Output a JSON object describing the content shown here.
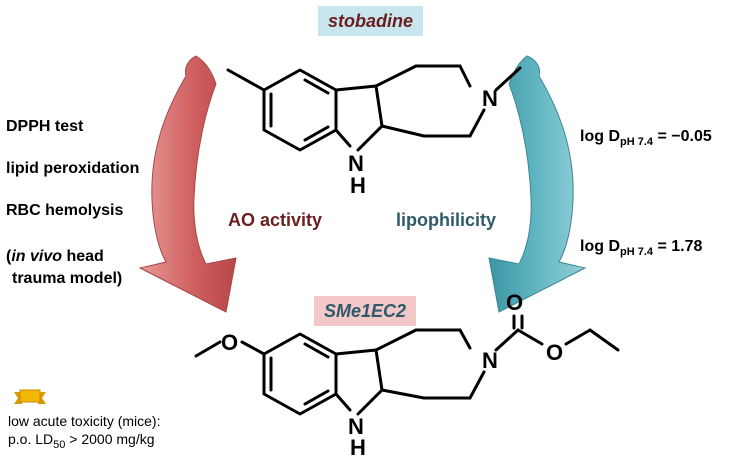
{
  "top_compound": {
    "name": "stobadine",
    "box_color": "#c8e6ee",
    "text_color": "#6b1e1e"
  },
  "bottom_compound": {
    "name": "SMe1EC2",
    "box_color": "#f4c8c8",
    "text_color": "#2e5a6a"
  },
  "mol_atoms": {
    "N": "N",
    "NH_N": "N",
    "NH_H": "H",
    "O": "O"
  },
  "left_arrow": {
    "label": "AO activity",
    "color": "#d26a6a",
    "label_color": "#6b1e1e"
  },
  "right_arrow": {
    "label": "lipophilicity",
    "color": "#5fb3c0",
    "label_color": "#2e5a6a"
  },
  "tests": [
    "DPPH test",
    "lipid peroxidation",
    "RBC hemolysis"
  ],
  "in_vivo": {
    "open": "(",
    "italic": "in vivo",
    "rest": " head",
    "line2": "trauma model)"
  },
  "log_d": {
    "prefix": "log D",
    "subscript": "pH 7.4",
    "top_value": " = −0.05",
    "bottom_value": " = 1.78"
  },
  "toxicity": {
    "line1": "low acute toxicity (mice):",
    "line2_prefix": "p.o. LD",
    "line2_sub": "50",
    "line2_suffix": " > 2000 mg/kg",
    "icon": "ribbon-award-icon",
    "icon_color": "#f2b705"
  }
}
